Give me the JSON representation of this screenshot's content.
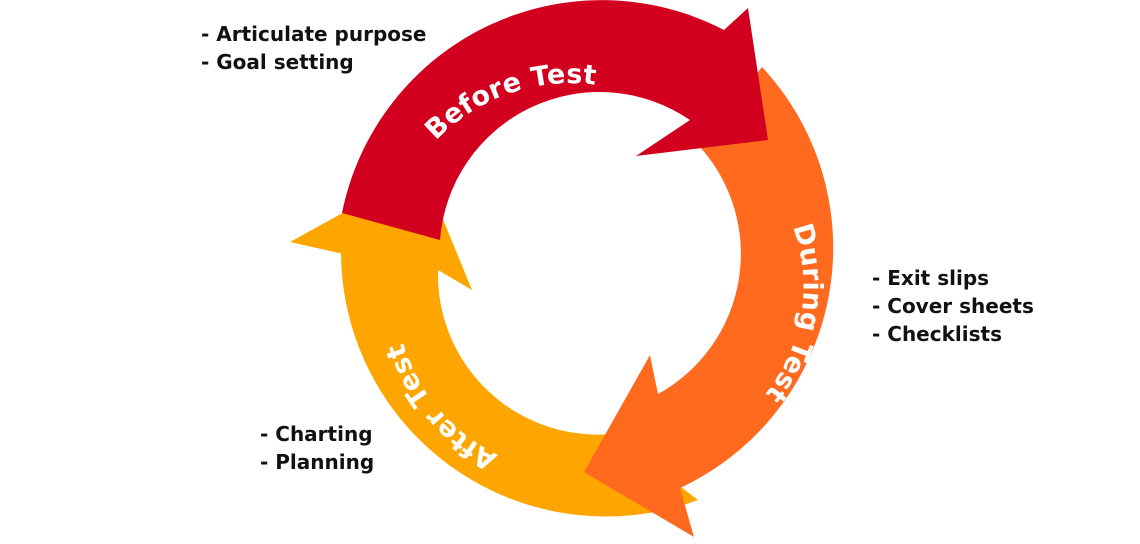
{
  "stages": [
    {
      "id": "before",
      "label": "Before Test",
      "color": "#d2001e",
      "notes": [
        "Articulate purpose",
        "Goal setting"
      ]
    },
    {
      "id": "during",
      "label": "During Test",
      "color": "#ff6a1e",
      "notes": [
        "Exit slips",
        "Cover sheets",
        "Checklists"
      ]
    },
    {
      "id": "after",
      "label": "After Test",
      "color": "#ffa500",
      "notes": [
        "Charting",
        "Planning"
      ]
    }
  ]
}
